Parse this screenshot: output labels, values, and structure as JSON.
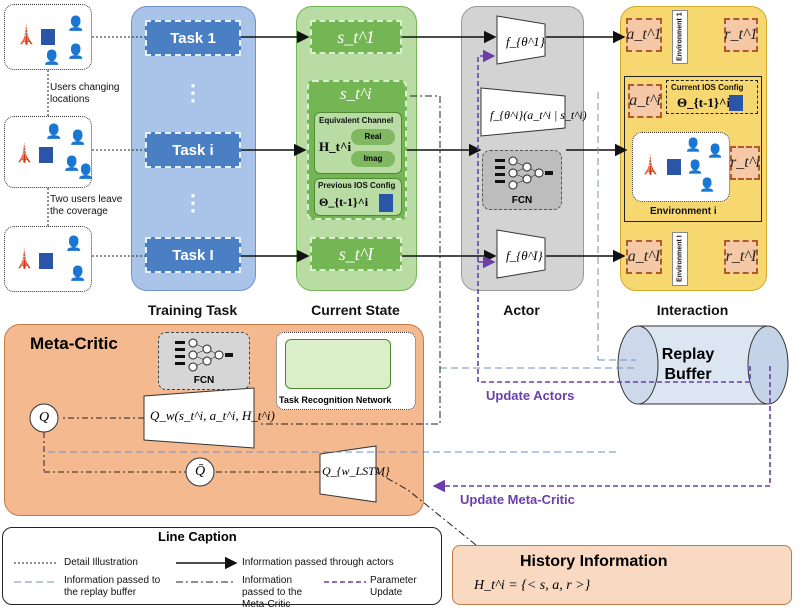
{
  "columns": {
    "training_task": "Training Task",
    "current_state": "Current State",
    "actor": "Actor",
    "interaction": "Interaction"
  },
  "tasks": [
    "Task 1",
    "Task i",
    "Task I"
  ],
  "states": [
    "s_t^1",
    "s_t^i",
    "s_t^I"
  ],
  "state_detail": {
    "equiv_channel": "Equivalent Channel",
    "h_label": "H_t^i",
    "real": "Real",
    "imag": "Imag",
    "prev_ios": "Previous IOS Config",
    "theta_prev": "Θ_{t-1}^i"
  },
  "actors": {
    "top": "f_{θ^1}",
    "mid": "f_{θ^i}(a_t^i | s_t^i)",
    "bottom": "f_{θ^I}",
    "fcn": "FCN"
  },
  "environments": {
    "env1": "Environment 1",
    "envi": "Environment i",
    "envI": "Environment I",
    "current_ios": "Current IOS Config",
    "theta_cur": "Θ_{t-1}^i",
    "a1": "a_t^1",
    "r1": "r_t^1",
    "ai": "a_t^i",
    "ri": "r_t^i",
    "aI": "a_t^I",
    "rI": "r_t^I"
  },
  "left_notes": {
    "changing": "Users changing locations",
    "leave": "Two users leave the coverage"
  },
  "ellipsis": "⋮",
  "meta_critic": {
    "title": "Meta-Critic",
    "fcn": "FCN",
    "trn": "Task Recognition Network",
    "qw": "Q_w(s_t^i, a_t^i, H_t^i)",
    "q": "Q",
    "qbar": "Q̄",
    "qlstm": "Q_{w_LSTM}"
  },
  "replay": {
    "line1": "Replay",
    "line2": "Buffer"
  },
  "updates": {
    "actors": "Update Actors",
    "meta_critic": "Update Meta-Critic"
  },
  "legend": {
    "title": "Line Caption",
    "detail": "Detail Illustration",
    "actors": "Information passed through actors",
    "replay": "Information passed to the replay buffer",
    "meta": "Information passed to the Meta-Critic",
    "param": "Parameter Update"
  },
  "history": {
    "title": "History Information",
    "formula": "H_t^i = {< s, a, r >}"
  },
  "colors": {
    "task_blue": "#4a7fc4",
    "state_green": "#74b653",
    "interaction_yellow": "#f7d770",
    "meta_orange": "#f5b98f",
    "update_purple": "#6b3fa8"
  }
}
